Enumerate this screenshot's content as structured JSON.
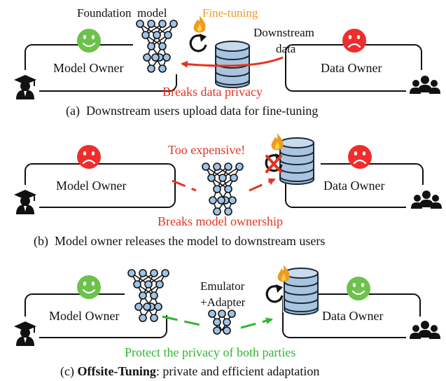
{
  "panel_a": {
    "foundation_model_label": "Foundation  model",
    "fine_tuning_label": "Fine-tuning",
    "downstream_line1": "Downstream",
    "downstream_line2": "data",
    "model_owner_label": "Model Owner",
    "data_owner_label": "Data Owner",
    "warning": "Breaks data privacy",
    "caption": "(a)  Downstream users upload data for fine-tuning"
  },
  "panel_b": {
    "too_expensive_label": "Too expensive!",
    "model_owner_label": "Model Owner",
    "data_owner_label": "Data Owner",
    "warning": "Breaks model ownership",
    "caption": "(b)  Model owner releases the model to downstream users"
  },
  "panel_c": {
    "emulator_line1": "Emulator",
    "emulator_line2": "+Adapter",
    "model_owner_label": "Model Owner",
    "data_owner_label": "Data Owner",
    "success": "Protect the privacy of both parties",
    "caption_prefix": "(c) ",
    "caption_bold": "Offsite-Tuning",
    "caption_rest": ": private and efficient adaptation"
  },
  "colors": {
    "red": "#e8321e",
    "orange": "#f09a1e",
    "green": "#2fb82a",
    "happy_face": "#6cc24a",
    "sad_face": "#ee2d2d",
    "node_fill": "#9dc3e6",
    "db_fill": "#a9c4de",
    "dark": "#1b2a3a"
  },
  "icons": [
    "graduate-icon",
    "group-users-icon",
    "happy-face-icon",
    "sad-face-icon",
    "neural-network-icon",
    "database-icon",
    "flame-icon",
    "refresh-icon",
    "cross-icon"
  ]
}
